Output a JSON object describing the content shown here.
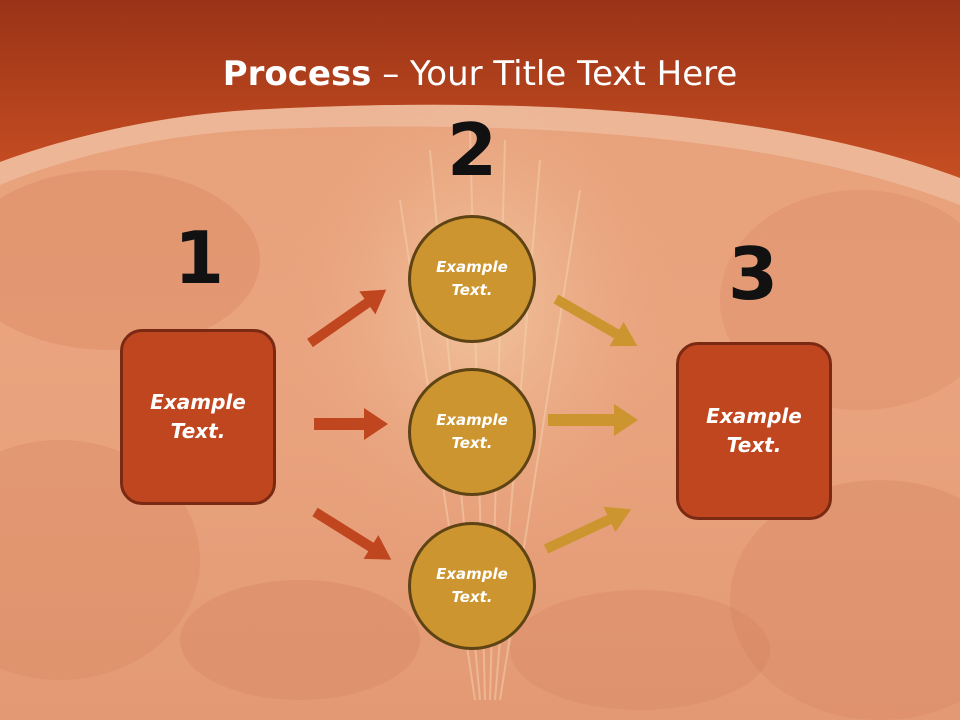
{
  "slide": {
    "title_bold": "Process",
    "title_rest": " – Your Title Text Here"
  },
  "steps": [
    {
      "number": "1"
    },
    {
      "number": "2"
    },
    {
      "number": "3"
    }
  ],
  "left_box": {
    "line1": "Example",
    "line2": "Text."
  },
  "circles": [
    {
      "line1": "Example",
      "line2": "Text."
    },
    {
      "line1": "Example",
      "line2": "Text."
    },
    {
      "line1": "Example",
      "line2": "Text."
    }
  ],
  "right_box": {
    "line1": "Example",
    "line2": "Text."
  },
  "colors": {
    "header": "#c2491e",
    "box_fill": "#c0461f",
    "circle_fill": "#cc952f",
    "arrow_left": "#c0461f",
    "arrow_right": "#cc952f",
    "background": "#e9a07a"
  }
}
